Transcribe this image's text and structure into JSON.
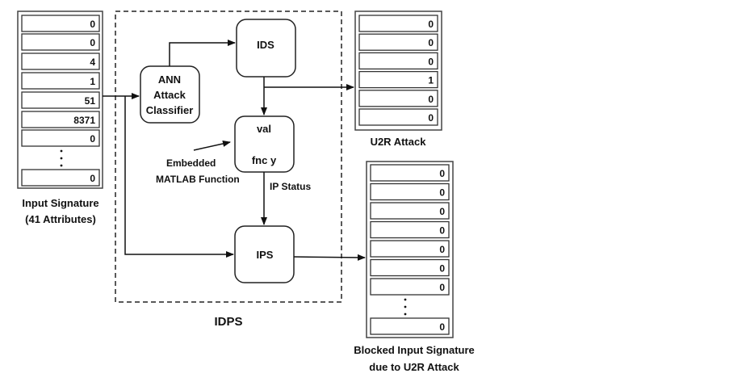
{
  "diagram": {
    "input_panel": {
      "values": [
        "0",
        "0",
        "4",
        "1",
        "51",
        "8371",
        "0"
      ],
      "last_value": "0",
      "caption_line1": "Input Signature",
      "caption_line2": "(41 Attributes)"
    },
    "u2r_panel": {
      "values": [
        "0",
        "0",
        "0",
        "1",
        "0",
        "0"
      ],
      "caption": "U2R Attack"
    },
    "blocked_panel": {
      "values": [
        "0",
        "0",
        "0",
        "0",
        "0",
        "0",
        "0"
      ],
      "last_value": "0",
      "caption_line1": "Blocked Input Signature",
      "caption_line2": "due to U2R Attack"
    },
    "blocks": {
      "ann_line1": "ANN",
      "ann_line2": "Attack",
      "ann_line3": "Classifier",
      "ids": "IDS",
      "fn_line1": "val",
      "fn_line2": "fnc y",
      "ips": "IPS"
    },
    "annotations": {
      "embedded_line1": "Embedded",
      "embedded_line2": "MATLAB Function",
      "ip_status": "IP Status",
      "idps": "IDPS"
    }
  }
}
